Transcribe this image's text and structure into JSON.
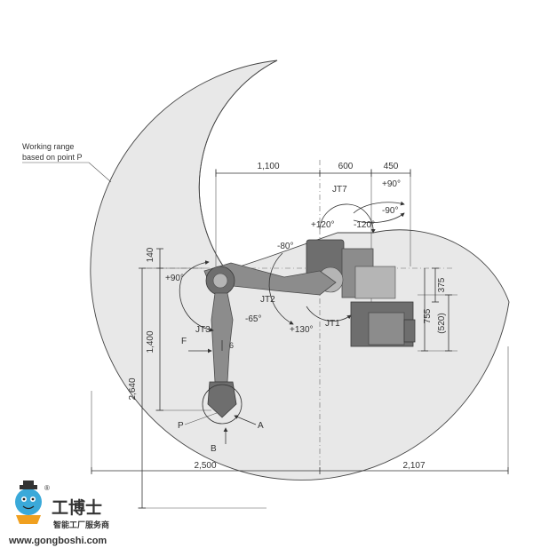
{
  "annotations": {
    "working_range_line1": "Working range",
    "working_range_line2": "based on point P"
  },
  "dimensions": {
    "top_1100": "1,100",
    "top_600": "600",
    "top_450": "450",
    "left_140": "140",
    "left_1400": "1,400",
    "left_2640": "2,640",
    "bottom_2500": "2,500",
    "bottom_2107": "2,107",
    "right_375": "375",
    "right_755": "755",
    "right_520": "(520)",
    "six": "6"
  },
  "joints": {
    "jt1": "JT1",
    "jt2": "JT2",
    "jt3": "JT3",
    "jt7": "JT7"
  },
  "angles": {
    "jt7_pos": "+90°",
    "jt7_neg": "-90°",
    "jt1_pos": "+120°",
    "jt1_neg": "-120°",
    "jt2_neg": "-80°",
    "jt2_pos": "+130°",
    "jt3_pos": "+90°",
    "jt3_neg": "-65°"
  },
  "points": {
    "p": "P",
    "a": "A",
    "b": "B",
    "f": "F"
  },
  "logo": {
    "registered": "®",
    "brand_cn": "工博士",
    "tagline_cn": "智能工厂服务商",
    "url": "www.gongboshi.com"
  }
}
